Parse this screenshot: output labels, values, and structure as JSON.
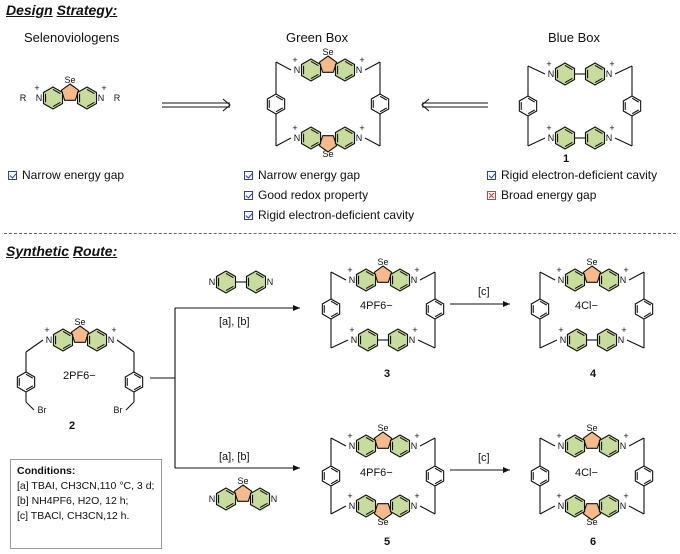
{
  "design": {
    "heading_a": "Design",
    "heading_b": "Strategy:",
    "selenoviologens": "Selenoviologens",
    "green_box": "Green Box",
    "blue_box": "Blue Box",
    "blue_box_number": "1",
    "items_left": [
      "Narrow energy gap"
    ],
    "items_mid": [
      "Narrow energy gap",
      "Good redox property",
      "Rigid electron-deficient cavity"
    ],
    "items_right_ok": "Rigid electron-deficient cavity",
    "items_right_bad": "Broad energy gap"
  },
  "synth": {
    "heading_a": "Synthetic",
    "heading_b": "Route:",
    "cond_ab_top": "[a], [b]",
    "cond_ab_bottom": "[a], [b]",
    "cond_c_top": "[c]",
    "cond_c_bottom": "[c]",
    "compound_2": "2",
    "compound_3": "3",
    "compound_4": "4",
    "compound_5": "5",
    "compound_6": "6",
    "salt_2": "2PF6−",
    "salt_3": "4PF6−",
    "salt_4": "4Cl−",
    "salt_5": "4PF6−",
    "salt_6": "4Cl−"
  },
  "conditions": {
    "title": "Conditions:",
    "a": "[a] TBAI, CH3CN,110 °C, 3 d;",
    "b": "[b] NH4PF6, H2O, 12 h;",
    "c": "[c] TBACl, CH3CN,12 h."
  },
  "colors": {
    "green_fill": "#c8dc9e",
    "orange_fill": "#f5b98c",
    "check_blue": "#2a3fb5",
    "cross_red": "#d23b3b"
  }
}
